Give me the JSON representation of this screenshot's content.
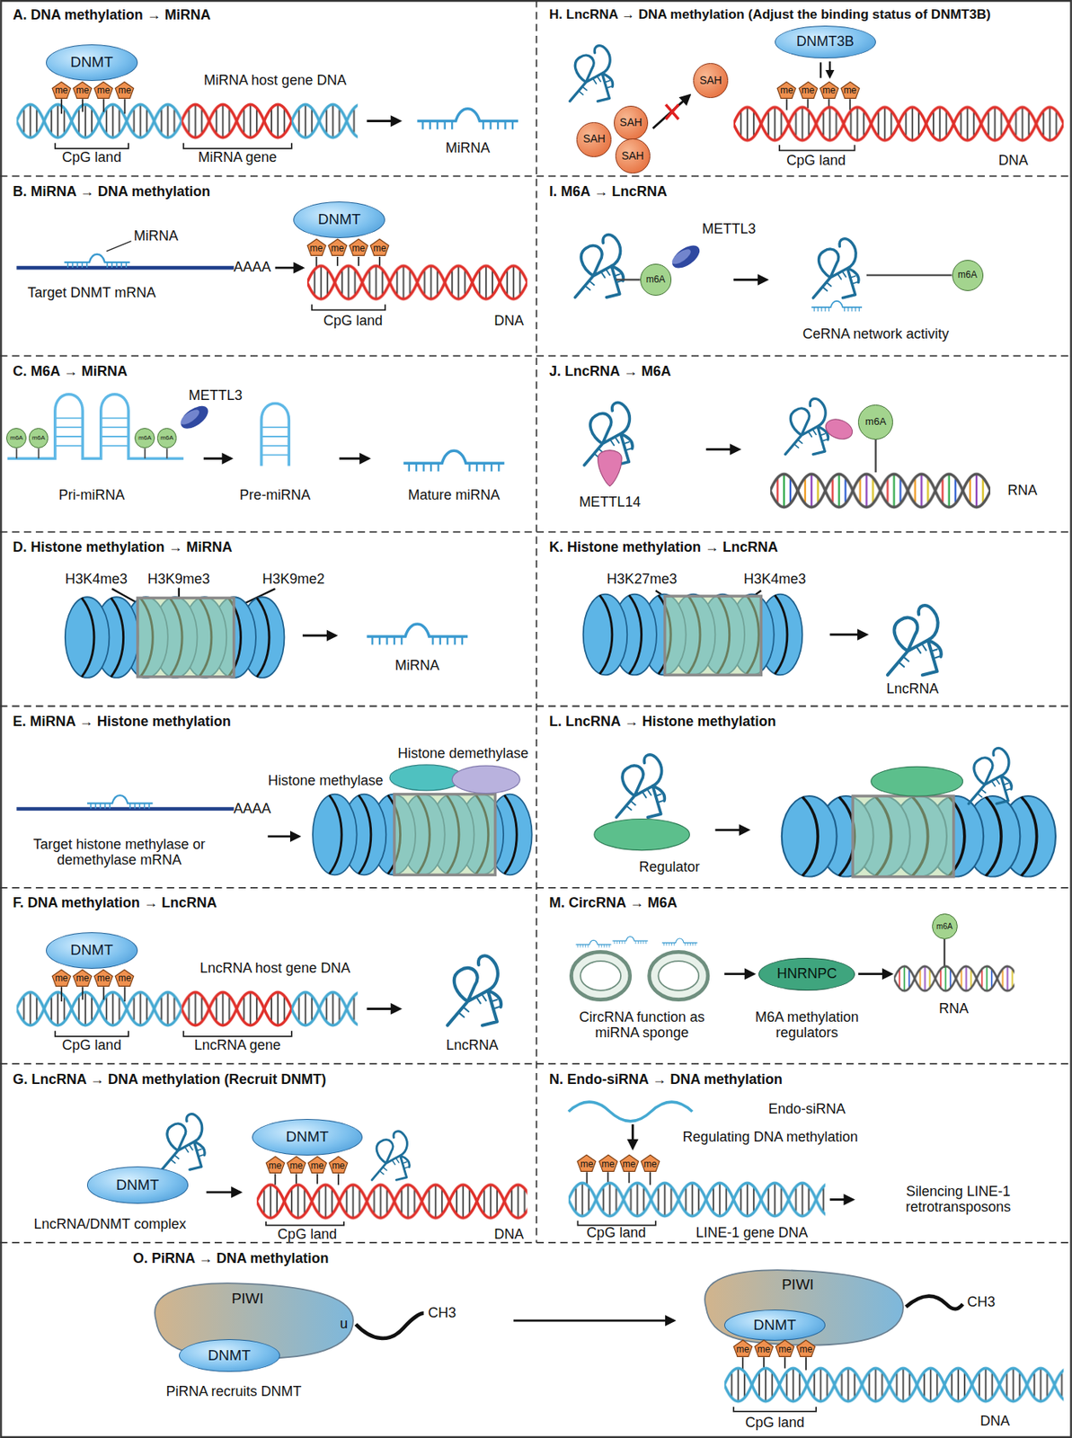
{
  "diagram": {
    "nodes": [
      {
        "text": [
          "A. DNA methylation → MiRNA"
        ]
      },
      {
        "text": [
          "DNMT"
        ],
        "in": 0
      },
      {
        "text": [
          "me"
        ],
        "in": 0
      },
      {
        "text": [
          "me"
        ],
        "in": 0
      },
      {
        "text": [
          "me"
        ],
        "in": 0
      },
      {
        "text": [
          "me"
        ],
        "in": 0
      },
      {
        "text": [
          "B. MiRNA → DNA methylation"
        ]
      },
      {
        "text": [
          "DNMT"
        ],
        "in": 6
      },
      {
        "text": [
          "me"
        ],
        "in": 6
      },
      {
        "text": [
          "me"
        ],
        "in": 6
      },
      {
        "text": [
          "me"
        ],
        "in": 6
      },
      {
        "text": [
          "me"
        ],
        "in": 6
      },
      {
        "text": [
          "C. M6A → MiRNA"
        ]
      },
      {
        "text": [
          "m6A"
        ],
        "in": 12
      },
      {
        "text": [
          "m6A"
        ],
        "in": 12
      },
      {
        "text": [
          "m6A"
        ],
        "in": 12
      },
      {
        "text": [
          "m6A"
        ],
        "in": 12
      },
      {
        "text": [
          "D. Histone methylation → MiRNA"
        ]
      },
      {
        "text": [
          "E. MiRNA → Histone methylation"
        ]
      },
      {
        "text": [
          "F. DNA methylation → LncRNA"
        ]
      },
      {
        "text": [
          "DNMT"
        ],
        "in": 19
      },
      {
        "text": [
          "me"
        ],
        "in": 19
      },
      {
        "text": [
          "me"
        ],
        "in": 19
      },
      {
        "text": [
          "me"
        ],
        "in": 19
      },
      {
        "text": [
          "me"
        ],
        "in": 19
      },
      {
        "text": [
          "G. LncRNA → DNA methylation (Recruit DNMT)"
        ]
      },
      {
        "text": [
          "DNMT"
        ],
        "in": 25
      },
      {
        "text": [
          "DNMT"
        ],
        "in": 25
      },
      {
        "text": [
          "me"
        ],
        "in": 25
      },
      {
        "text": [
          "me"
        ],
        "in": 25
      },
      {
        "text": [
          "me"
        ],
        "in": 25
      },
      {
        "text": [
          "me"
        ],
        "in": 25
      },
      {
        "text": [
          "H. LncRNA → DNA methylation (Adjust the binding status of DNMT3B)"
        ]
      },
      {
        "text": [
          "DNMT3B"
        ],
        "in": 32
      },
      {
        "text": [
          "SAH"
        ],
        "in": 32
      },
      {
        "text": [
          "SAH"
        ],
        "in": 32
      },
      {
        "text": [
          "SAH"
        ],
        "in": 32
      },
      {
        "text": [
          "SAH"
        ],
        "in": 32
      },
      {
        "text": [
          "me"
        ],
        "in": 32
      },
      {
        "text": [
          "me"
        ],
        "in": 32
      },
      {
        "text": [
          "me"
        ],
        "in": 32
      },
      {
        "text": [
          "me"
        ],
        "in": 32
      },
      {
        "text": [
          "I. M6A → LncRNA"
        ]
      },
      {
        "text": [
          "m6A"
        ],
        "in": 42
      },
      {
        "text": [
          "m6A"
        ],
        "in": 42
      },
      {
        "text": [
          "J. LncRNA → M6A"
        ]
      },
      {
        "text": [
          "m6A"
        ],
        "in": 45
      },
      {
        "text": [
          "K. Histone methylation → LncRNA"
        ]
      },
      {
        "text": [
          "L. LncRNA → Histone methylation"
        ]
      },
      {
        "text": [
          "M. CircRNA → M6A"
        ]
      },
      {
        "text": [
          "HNRNPC"
        ],
        "in": 49
      },
      {
        "text": [
          "m6A"
        ],
        "in": 49
      },
      {
        "text": [
          "N. Endo-siRNA → DNA methylation"
        ]
      },
      {
        "text": [
          "me"
        ],
        "in": 52
      },
      {
        "text": [
          "me"
        ],
        "in": 52
      },
      {
        "text": [
          "me"
        ],
        "in": 52
      },
      {
        "text": [
          "me"
        ],
        "in": 52
      },
      {
        "text": [
          "O. PiRNA → DNA methylation"
        ]
      },
      {
        "text": [
          "PIWI"
        ],
        "in": 57
      },
      {
        "text": [
          "DNMT"
        ],
        "in": 58
      },
      {
        "text": [
          "PIWI"
        ],
        "in": 57
      },
      {
        "text": [
          "DNMT"
        ],
        "in": 60
      },
      {
        "text": [
          "me"
        ],
        "in": 57
      },
      {
        "text": [
          "me"
        ],
        "in": 57
      },
      {
        "text": [
          "me"
        ],
        "in": 57
      },
      {
        "text": [
          "me"
        ],
        "in": 57
      }
    ],
    "labels": [
      "MiRNA host gene DNA",
      "CpG land",
      "MiRNA gene",
      "MiRNA",
      "MiRNA",
      "AAAA",
      "Target DNMT mRNA",
      "CpG land",
      "DNA",
      "METTL3",
      "Pri-miRNA",
      "Pre-miRNA",
      "Mature miRNA",
      "H3K4me3",
      "H3K9me3",
      "H3K9me2",
      "MiRNA",
      "Histone demethylase",
      "Histone methylase",
      "AAAA",
      "Target histone methylase or demethylase mRNA",
      "LncRNA host gene DNA",
      "CpG land",
      "LncRNA gene",
      "LncRNA",
      "LncRNA/DNMT complex",
      "CpG land",
      "DNA",
      "CpG land",
      "DNA",
      "METTL3",
      "CeRNA network activity",
      "METTL14",
      "RNA",
      "H3K27me3",
      "H3K4me3",
      "LncRNA",
      "Regulator",
      "CircRNA function as miRNA sponge",
      "M6A methylation regulators",
      "RNA",
      "Endo-siRNA",
      "Regulating DNA methylation",
      "Silencing LINE-1 retrotransposons",
      "CpG land",
      "LINE-1 gene DNA",
      "u",
      "CH3",
      "PiRNA recruits DNMT",
      "CH3",
      "DNA",
      "CpG land"
    ]
  }
}
